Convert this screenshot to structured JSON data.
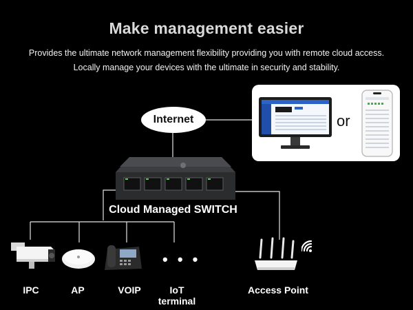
{
  "header": {
    "title": "Make management easier",
    "subtitle_line1": "Provides the ultimate network management flexibility providing you with remote cloud access.",
    "subtitle_line2": "Locally manage your devices with the ultimate in security and stability."
  },
  "internet": {
    "label": "Internet"
  },
  "devices_panel": {
    "or_label": "or"
  },
  "switch": {
    "label": "Cloud Managed SWITCH"
  },
  "endpoints": {
    "ipc": "IPC",
    "ap": "AP",
    "voip": "VOIP",
    "iot_line1": "IoT",
    "iot_line2": "terminal",
    "dots": "• • •",
    "access_point": "Access Point"
  },
  "icons": [
    "monitor-icon",
    "phone-icon",
    "switch-icon",
    "camera-icon",
    "ceiling-ap-icon",
    "voip-phone-icon",
    "router-icon",
    "wifi-icon"
  ]
}
